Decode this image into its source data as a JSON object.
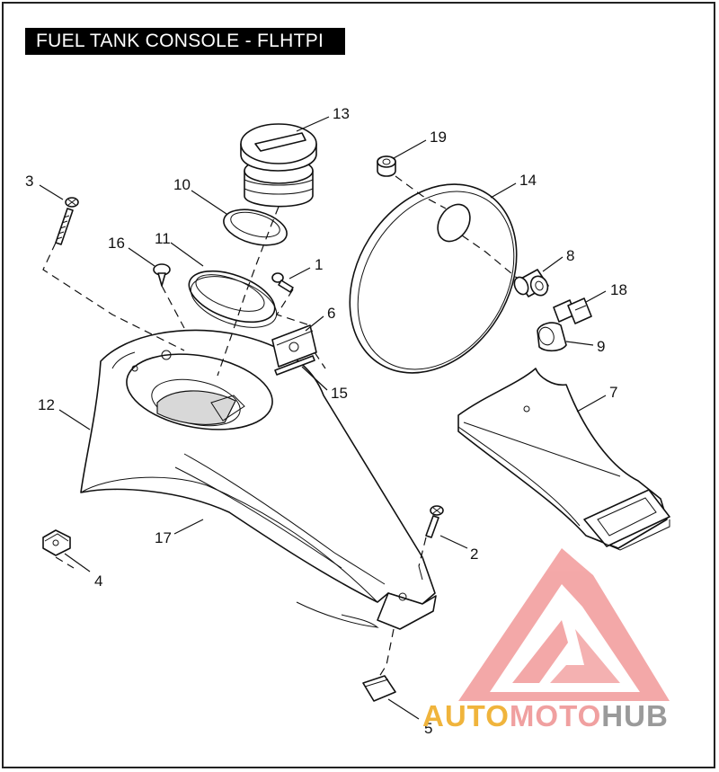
{
  "title": "FUEL TANK CONSOLE - FLHTPI",
  "watermark": {
    "text_a": "AUTO",
    "text_b": "MOTO",
    "text_c": "HUB",
    "color_a": "#f0b43c",
    "color_b": "#f0a0a0",
    "color_c": "#9a9a9a",
    "logo_color": "#f29a9a"
  },
  "callouts": {
    "c1": "1",
    "c2": "2",
    "c3": "3",
    "c4": "4",
    "c5": "5",
    "c6": "6",
    "c7": "7",
    "c8": "8",
    "c9": "9",
    "c10": "10",
    "c11": "11",
    "c12": "12",
    "c13": "13",
    "c14": "14",
    "c15": "15",
    "c16": "16",
    "c17": "17",
    "c18": "18",
    "c19": "19"
  }
}
